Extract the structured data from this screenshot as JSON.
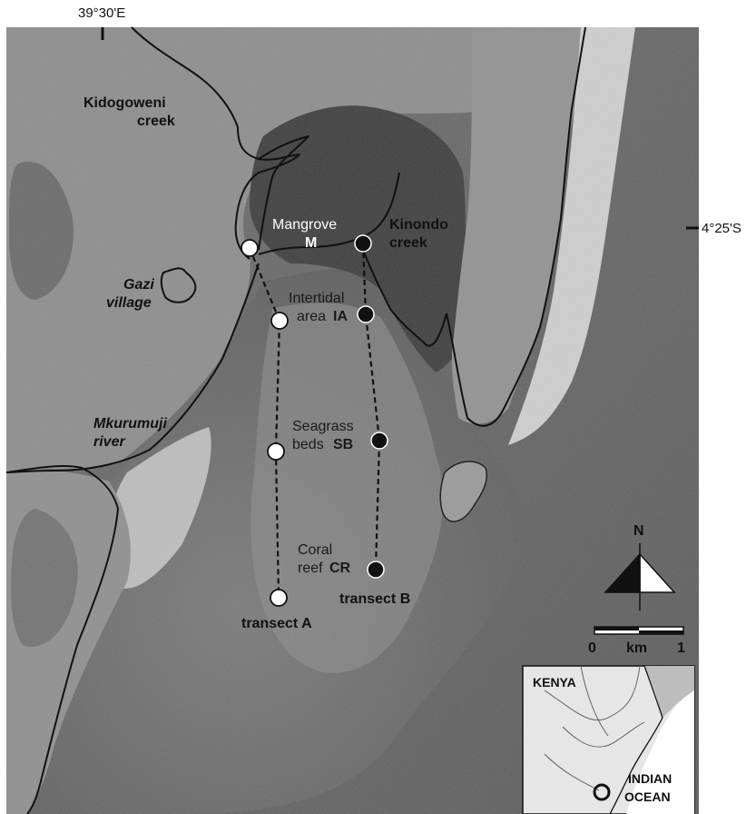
{
  "coords": {
    "longitude": "39°30'E",
    "latitude": "4°25'S"
  },
  "places": {
    "kidogoweni_1": "Kidogoweni",
    "kidogoweni_2": "creek",
    "kinondo_1": "Kinondo",
    "kinondo_2": "creek",
    "gazi_1": "Gazi",
    "gazi_2": "village",
    "mkurumuji_1": "Mkurumuji",
    "mkurumuji_2": "river"
  },
  "stations": {
    "mangrove_1": "Mangrove",
    "mangrove_code": "M",
    "intertidal_1": "Intertidal",
    "intertidal_2": "area",
    "intertidal_code": "IA",
    "seagrass_1": "Seagrass",
    "seagrass_2": "beds",
    "seagrass_code": "SB",
    "coral_1": "Coral",
    "coral_2": "reef",
    "coral_code": "CR"
  },
  "transects": {
    "a": "transect A",
    "b": "transect B"
  },
  "north": "N",
  "scale": {
    "zero": "0",
    "unit": "km",
    "one": "1"
  },
  "inset": {
    "country": "KENYA",
    "ocean_1": "INDIAN",
    "ocean_2": "OCEAN"
  },
  "colors": {
    "land": "#8c8c8c",
    "mangrove": "#3f3f3f",
    "sea": "#6a6a6a",
    "shallow": "#c4c4c4",
    "marker_a": "#ffffff",
    "marker_b": "#111111"
  }
}
